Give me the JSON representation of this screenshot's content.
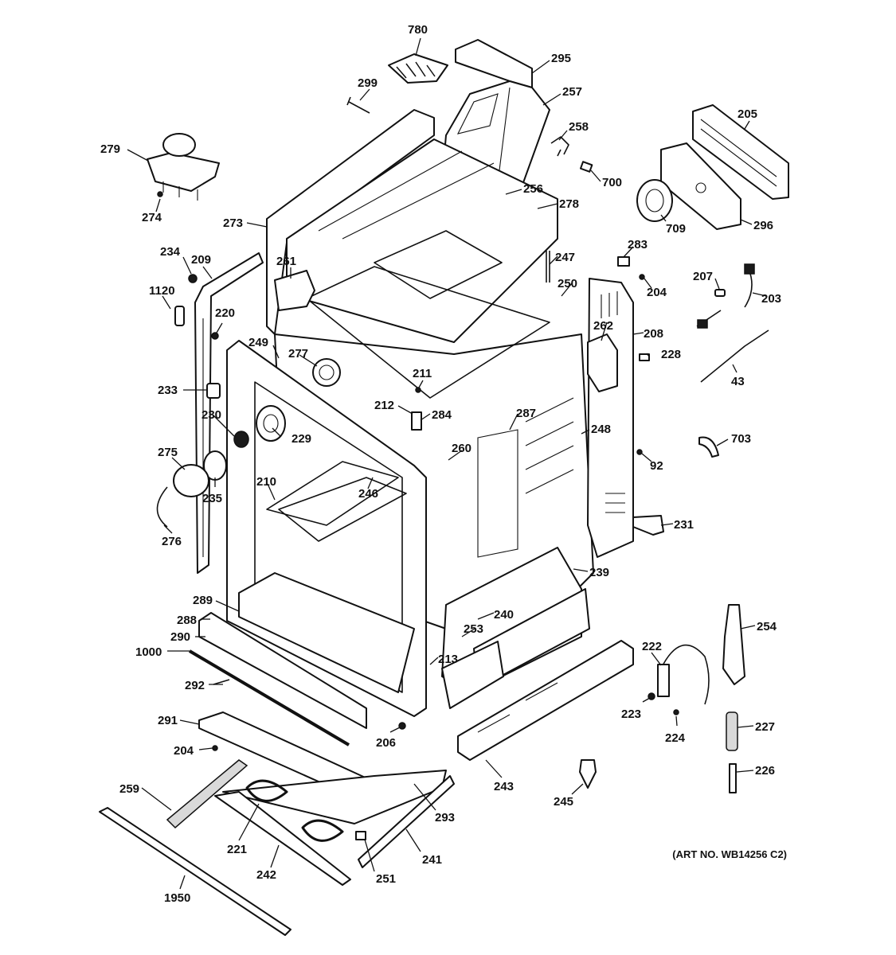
{
  "diagram": {
    "art_number": "(ART NO. WB14256 C2)",
    "callouts": [
      "780",
      "295",
      "299",
      "257",
      "258",
      "205",
      "279",
      "700",
      "256",
      "278",
      "709",
      "296",
      "274",
      "273",
      "234",
      "209",
      "283",
      "247",
      "1120",
      "261",
      "250",
      "204",
      "207",
      "203",
      "220",
      "262",
      "208",
      "228",
      "249",
      "277",
      "233",
      "211",
      "43",
      "212",
      "284",
      "287",
      "230",
      "229",
      "248",
      "275",
      "260",
      "703",
      "92",
      "235",
      "246",
      "210",
      "231",
      "276",
      "239",
      "289",
      "240",
      "288",
      "254",
      "290",
      "253",
      "222",
      "1000",
      "213",
      "292",
      "223",
      "224",
      "227",
      "291",
      "206",
      "204",
      "243",
      "226",
      "259",
      "245",
      "293",
      "221",
      "241",
      "242",
      "251",
      "1950"
    ]
  }
}
